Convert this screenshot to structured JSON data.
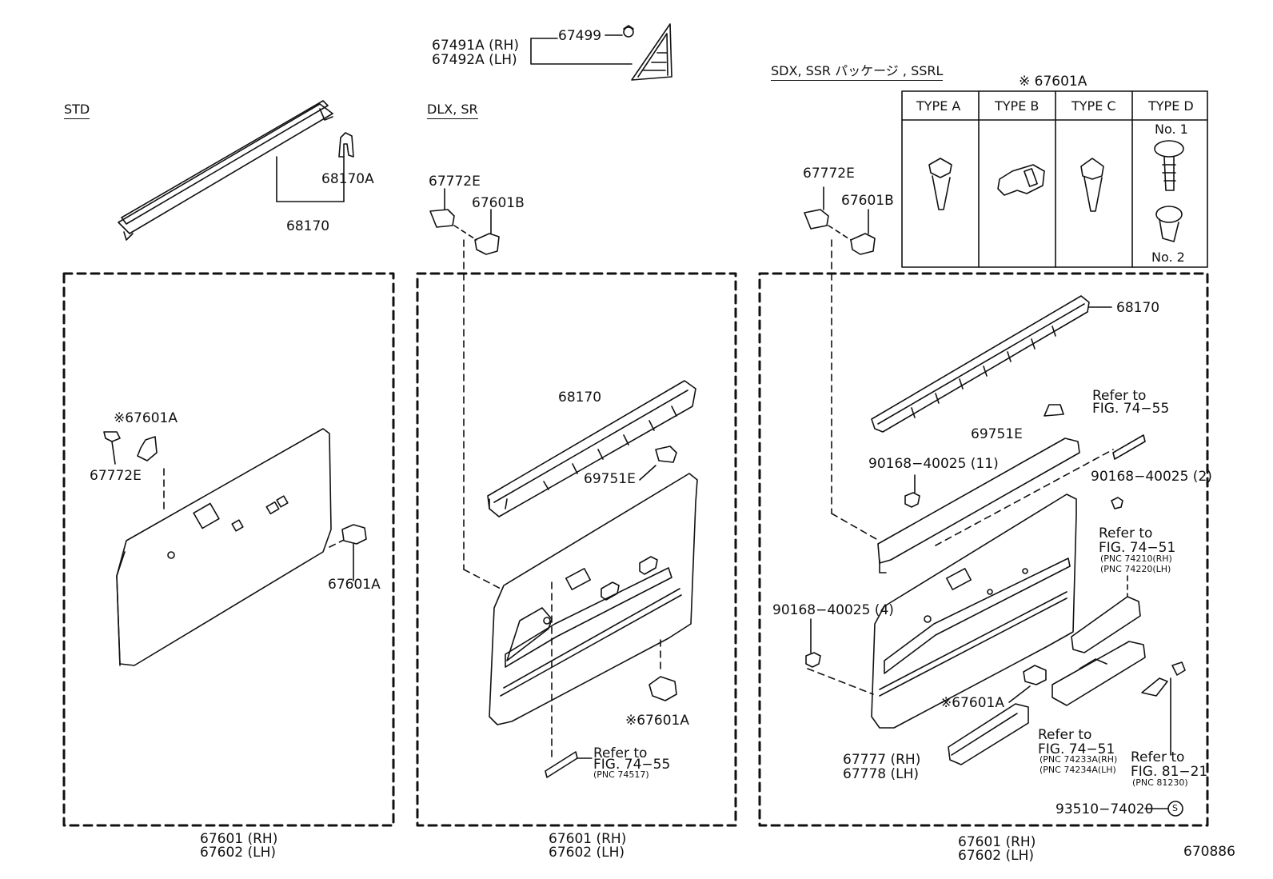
{
  "sections": {
    "std": "STD",
    "dlx": "DLX, SR",
    "sdx": "SDX, SSR パッケージ , SSRL"
  },
  "top": {
    "a": "67491A (RH)",
    "b": "67492A (LH)",
    "c": "67499"
  },
  "types": {
    "title": "※ 67601A",
    "a": "TYPE A",
    "b": "TYPE B",
    "c": "TYPE C",
    "d": "TYPE D",
    "no1": "No. 1",
    "no2": "No. 2"
  },
  "std": {
    "p68170a": "68170A",
    "p68170": "68170",
    "p67601a_star": "※67601A",
    "p67772e": "67772E",
    "p67601a": "67601A",
    "rh": "67601 (RH)",
    "lh": "67602 (LH)"
  },
  "dlx": {
    "p67772e": "67772E",
    "p67601b": "67601B",
    "p68170": "68170",
    "p69751e": "69751E",
    "p67601a_star": "※67601A",
    "ref1": "Refer to",
    "ref2": "FIG. 74−55",
    "ref3": "(PNC 74517)",
    "rh": "67601 (RH)",
    "lh": "67602 (LH)"
  },
  "sdx": {
    "p67772e": "67772E",
    "p67601b": "67601B",
    "p68170": "68170",
    "ref_a1": "Refer to",
    "ref_a2": "FIG. 74−55",
    "p69751e": "69751E",
    "s11": "90168−40025 (11)",
    "s2": "90168−40025 (2)",
    "ref_b1": "Refer to",
    "ref_b2": "FIG. 74−51",
    "ref_b3": "(PNC 74210(RH)",
    "ref_b4": "(PNC 74220(LH)",
    "s4": "90168−40025 (4)",
    "p67601a_star": "※67601A",
    "ref_c1": "Refer to",
    "ref_c2": "FIG. 74−51",
    "ref_c3": "(PNC 74233A(RH)",
    "ref_c4": "(PNC 74234A(LH)",
    "ref_d1": "Refer to",
    "ref_d2": "FIG. 81−21",
    "ref_d3": "(PNC 81230)",
    "p67777": "67777 (RH)",
    "p67778": "67778 (LH)",
    "p93510": "93510−74020",
    "s_mark": "S",
    "rh": "67601 (RH)",
    "lh": "67602 (LH)"
  },
  "figure_no": "670886"
}
